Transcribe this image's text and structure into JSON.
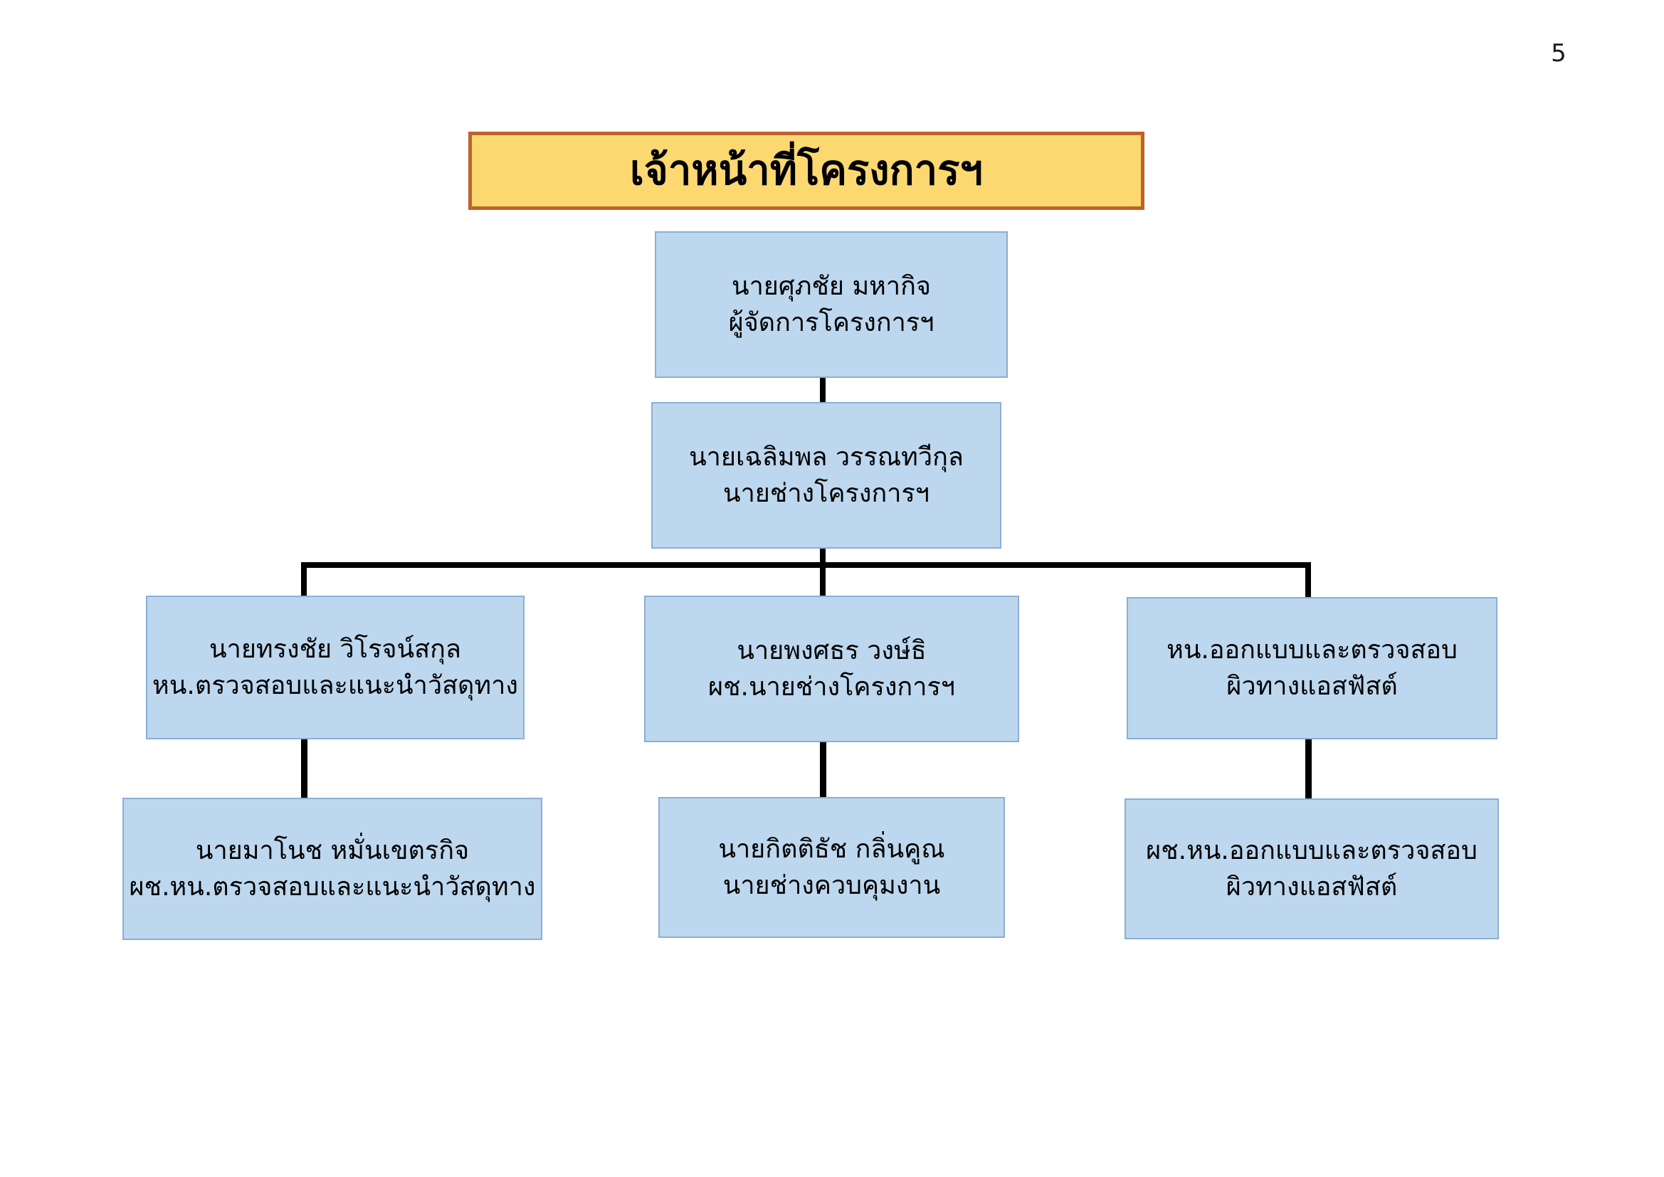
{
  "page": {
    "number": "5"
  },
  "title": "เจ้าหน้าที่โครงการฯ",
  "boxes": {
    "manager": {
      "line1": "นายศุภชัย มหากิจ",
      "line2": "ผู้จัดการโครงการฯ"
    },
    "engineer": {
      "line1": "นายเฉลิมพล วรรณทวีกุล",
      "line2": "นายช่างโครงการฯ"
    },
    "materials_head": {
      "line1": "นายทรงชัย วิโรจน์สกุล",
      "line2": "หน.ตรวจสอบและแนะนำวัสดุทาง"
    },
    "assistant_engineer": {
      "line1": "นายพงศธร วงษ์ธิ",
      "line2": "ผช.นายช่างโครงการฯ"
    },
    "design_head": {
      "line1": "หน.ออกแบบและตรวจสอบ",
      "line2": "ผิวทางแอสฟัสต์"
    },
    "materials_assistant": {
      "line1": "นายมาโนช หมั่นเขตรกิจ",
      "line2": "ผช.หน.ตรวจสอบและแนะนำวัสดุทาง"
    },
    "site_supervisor": {
      "line1": "นายกิตติธัช กลิ่นคูณ",
      "line2": "นายช่างควบคุมงาน"
    },
    "design_assistant": {
      "line1": "ผช.หน.ออกแบบและตรวจสอบ",
      "line2": "ผิวทางแอสฟัสต์"
    }
  },
  "colors": {
    "node_fill": "#BDD7EE",
    "node_border": "#89AFD7",
    "title_fill": "#FCD871",
    "title_border": "#C0622B",
    "connector": "#000000"
  }
}
